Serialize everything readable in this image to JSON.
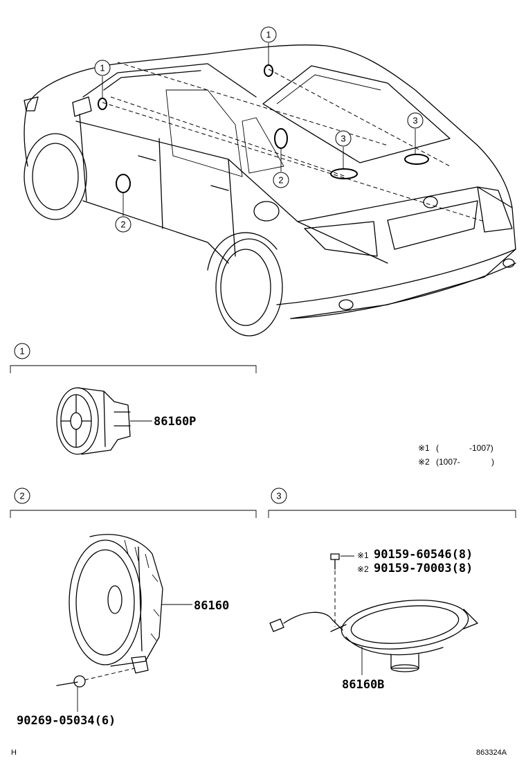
{
  "diagram": {
    "callouts": {
      "c1": "1",
      "c2": "2",
      "c3": "3"
    },
    "parts": {
      "tweeter": "86160P",
      "front_speaker": "86160",
      "front_speaker_bolt": "90269-05034(6)",
      "rear_speaker": "86160B",
      "rear_screw_1_mark": "※1",
      "rear_screw_1": "90159-60546(8)",
      "rear_screw_2_mark": "※2",
      "rear_screw_2": "90159-70003(8)"
    },
    "notes": {
      "note1_mark": "※1",
      "note1_open": "(",
      "note1_range": "-1007)",
      "note2_mark": "※2",
      "note2_range": "(1007-",
      "note2_close": ")"
    },
    "footer": {
      "left_code": "H",
      "diagram_id": "863324A"
    }
  }
}
